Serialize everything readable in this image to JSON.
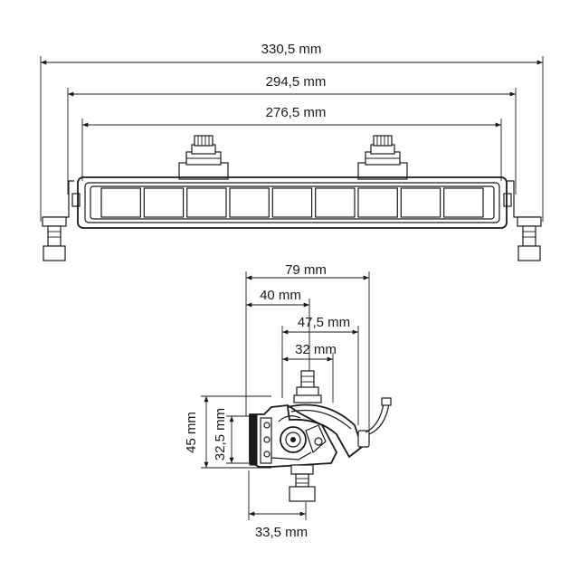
{
  "front_view": {
    "dim_overall": "330,5 mm",
    "dim_brackets": "294,5 mm",
    "dim_body": "276,5 mm"
  },
  "side_view": {
    "dim_depth": "79 mm",
    "dim_bracket_offset": "40 mm",
    "dim_mount_offset": "47,5 mm",
    "dim_bolt_spacing": "32 mm",
    "dim_height": "45 mm",
    "dim_lens_height": "32,5 mm",
    "dim_bottom": "33,5 mm"
  },
  "colors": {
    "line": "#1a1a1a",
    "fill": "#ffffff",
    "shade": "#d9d9d9"
  }
}
